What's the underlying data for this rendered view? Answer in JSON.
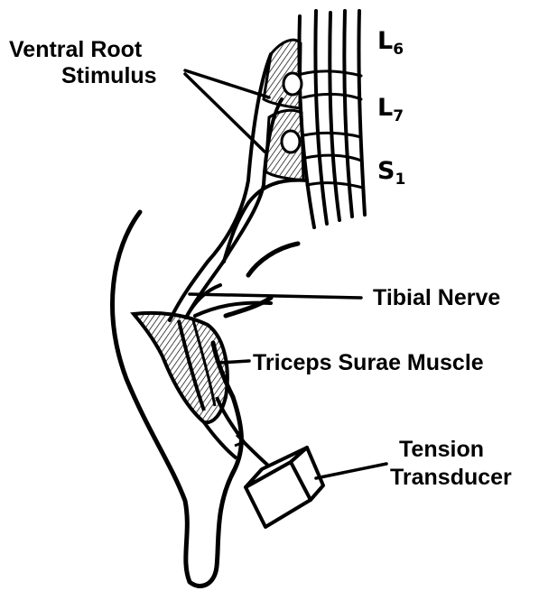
{
  "labels": {
    "ventral_root_line1": "Ventral Root",
    "ventral_root_line2": "Stimulus",
    "tibial_nerve": "Tibial Nerve",
    "triceps_surae": "Triceps Surae Muscle",
    "tension_line1": "Tension",
    "tension_line2": "Transducer"
  },
  "segments": [
    {
      "letter": "L",
      "sub": "6"
    },
    {
      "letter": "L",
      "sub": "7"
    },
    {
      "letter": "S",
      "sub": "1"
    }
  ],
  "colors": {
    "ink": "#000000",
    "paper": "#ffffff"
  }
}
